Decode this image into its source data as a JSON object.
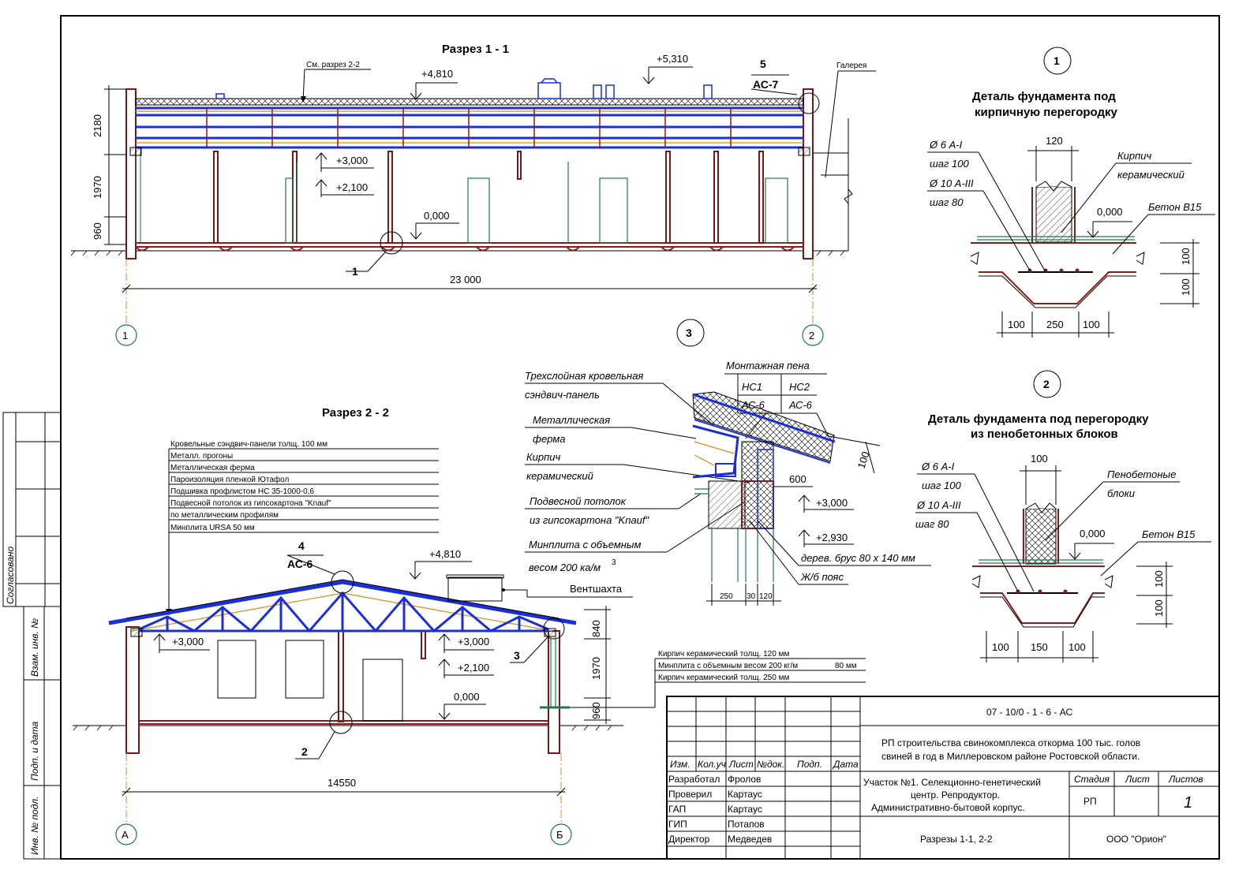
{
  "section11": {
    "title": "Разрез 1 - 1",
    "ref_note": "См. разрез 2-2",
    "elev_4810": "+4,810",
    "elev_5310": "+5,310",
    "elev_3000": "+3,000",
    "elev_2100": "+2,100",
    "elev_0000": "0,000",
    "node_num": "5",
    "node_sheet": "АС-7",
    "gallery": "Галерея",
    "dim_2180": "2180",
    "dim_1970": "1970",
    "dim_960": "960",
    "dim_total": "23 000",
    "callout_1": "1",
    "axis_1": "1",
    "axis_2": "2"
  },
  "section22": {
    "title": "Разрез 2 - 2",
    "layers": [
      "Кровельные сэндвич-панели толщ. 100 мм",
      "Металл. прогоны",
      "Металлическая ферма",
      "Пароизоляция пленкой Ютафол",
      "Подшивка профлистом НС 35-1000-0,6",
      "Подвесной потолок из гипсокартона \"Knauf\"",
      "по металлическим профилям",
      "Минплита URSA  50 мм"
    ],
    "node_num": "4",
    "node_sheet": "АС-6",
    "elev_4810": "+4,810",
    "vent": "Вентшахта",
    "elev_3000_l": "+3,000",
    "elev_3000_r": "+3,000",
    "elev_2100": "+2,100",
    "elev_0000": "0,000",
    "callout_3": "3",
    "callout_2": "2",
    "dim_840": "840",
    "dim_1970": "1970",
    "dim_960": "960",
    "dim_total": "14550",
    "axis_a": "А",
    "axis_b": "Б",
    "wall_layers": [
      "Кирпич керамический толщ. 120 мм",
      "Минплита с объемным весом 200 кг/м",
      "Кирпич керамический толщ. 250 мм"
    ],
    "wall_layer_80": "80 мм"
  },
  "detail1": {
    "num": "1",
    "title_line1": "Деталь фундамента под",
    "title_line2": "кирпичную перегородку",
    "rebar1": "Ø 6 А-I",
    "rebar1_step": "шаг 100",
    "rebar2": "Ø 10 А-III",
    "rebar2_step": "шаг 80",
    "brick": "Кирпич",
    "brick2": "керамический",
    "concrete": "Бетон В15",
    "elev": "0,000",
    "dim_top": "120",
    "dim_h1": "100",
    "dim_h2": "100",
    "dim_b1": "100",
    "dim_b2": "250",
    "dim_b3": "100"
  },
  "detail2": {
    "num": "2",
    "title_line1": "Деталь фундамента под перегородку",
    "title_line2": "из пенобетонных блоков",
    "rebar1": "Ø 6 А-I",
    "rebar1_step": "шаг 100",
    "rebar2": "Ø 10 А-III",
    "rebar2_step": "шаг 80",
    "block": "Пенобетоные",
    "block2": "блоки",
    "concrete": "Бетон В15",
    "elev": "0,000",
    "dim_top": "100",
    "dim_h1": "100",
    "dim_h2": "100",
    "dim_b1": "100",
    "dim_b2": "150",
    "dim_b3": "100"
  },
  "detail3": {
    "num": "3",
    "sandwich1": "Трехслойная кровельная",
    "sandwich2": "сэндвич-панель",
    "truss1": "Металлическая",
    "truss2": "ферма",
    "brick1": "Кирпич",
    "brick2": "керамический",
    "ceiling1": "Подвесной потолок",
    "ceiling2": "из гипсокартона \"Knauf\"",
    "minplate1": "Минплита с объемным",
    "minplate2": "весом 200 ка/м",
    "foam": "Монтажная пена",
    "ns1": "НС1",
    "ns1_sheet": "АС-6",
    "ns2": "НС2",
    "ns2_sheet": "АС-6",
    "dim_100": "100",
    "dim_600": "600",
    "elev_3000": "+3,000",
    "elev_2930": "+2,930",
    "beam": "дерев. брус 80 х 140 мм",
    "belt": "Ж/б пояс",
    "dim_250": "250",
    "dim_30": "30",
    "dim_120": "120"
  },
  "stamp": {
    "code": "07 - 10/0 - 1 - 6 - АС",
    "project_line1": "РП строительства свинокомплекса откорма 100 тыс. голов",
    "project_line2": "свиней в год в Миллеровском районе Ростовской области.",
    "hdr": [
      "Изм.",
      "Кол.уч",
      "Лист",
      "№док.",
      "Подп.",
      "Дата"
    ],
    "roles": [
      {
        "role": "Разработал",
        "name": "Фролов"
      },
      {
        "role": "Проверил",
        "name": "Картаус"
      },
      {
        "role": "ГАП",
        "name": "Картаус"
      },
      {
        "role": "ГИП",
        "name": "Потапов"
      },
      {
        "role": "Директор",
        "name": "Медведев"
      }
    ],
    "object_line1": "Участок №1. Селекционно-генетический",
    "object_line2": "центр. Репродуктор.",
    "object_line3": "Административно-бытовой корпус.",
    "stage_hdr": "Стадия",
    "sheet_hdr": "Лист",
    "sheets_hdr": "Листов",
    "stage": "РП",
    "sheet": "",
    "sheets": "1",
    "drawing_name": "Разрезы 1-1, 2-2",
    "org": "ООО \"Орион\""
  },
  "side": {
    "agreed": "Согласовано",
    "inv_replace": "Взам. инв. №",
    "sign_date": "Подп. и дата",
    "inv_orig": "Инв. № подл."
  }
}
